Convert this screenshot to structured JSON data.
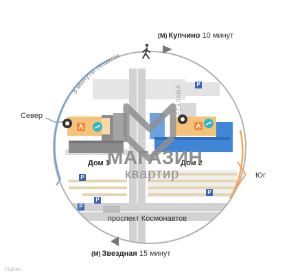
{
  "metro_north": {
    "name": "Купчино",
    "time": "10 минут"
  },
  "metro_south": {
    "name": "Звездная",
    "time": "15 минут"
  },
  "metro_symbol": "М",
  "walk_note": "3 минуты пешком",
  "direction_north": "Север",
  "direction_south": "Юг",
  "house_1": "Дом 1",
  "house_2": "Дом 2",
  "street": "проспект Космонавтов",
  "ad_label": "РЕКЛАМА",
  "brand_top": "МАГАЗИН",
  "brand_bottom": "квартир",
  "parking_letter": "P",
  "watermark": "©Циан",
  "colors": {
    "ring": "#b0b0b0",
    "north_arc": "#7aa3d0",
    "south_arc": "#f2a65a",
    "house_2": "#3f86d6",
    "house_1": "#8c8c8c",
    "commerce": "#f5c27a",
    "parking": "#3a63b5",
    "roads": "#d2d2d2",
    "logo": "#8f8f8f"
  },
  "icons": [
    "walking-person-icon",
    "parking-icon",
    "store-icon",
    "kindergarten-icon",
    "school-icon",
    "metro-icon"
  ]
}
